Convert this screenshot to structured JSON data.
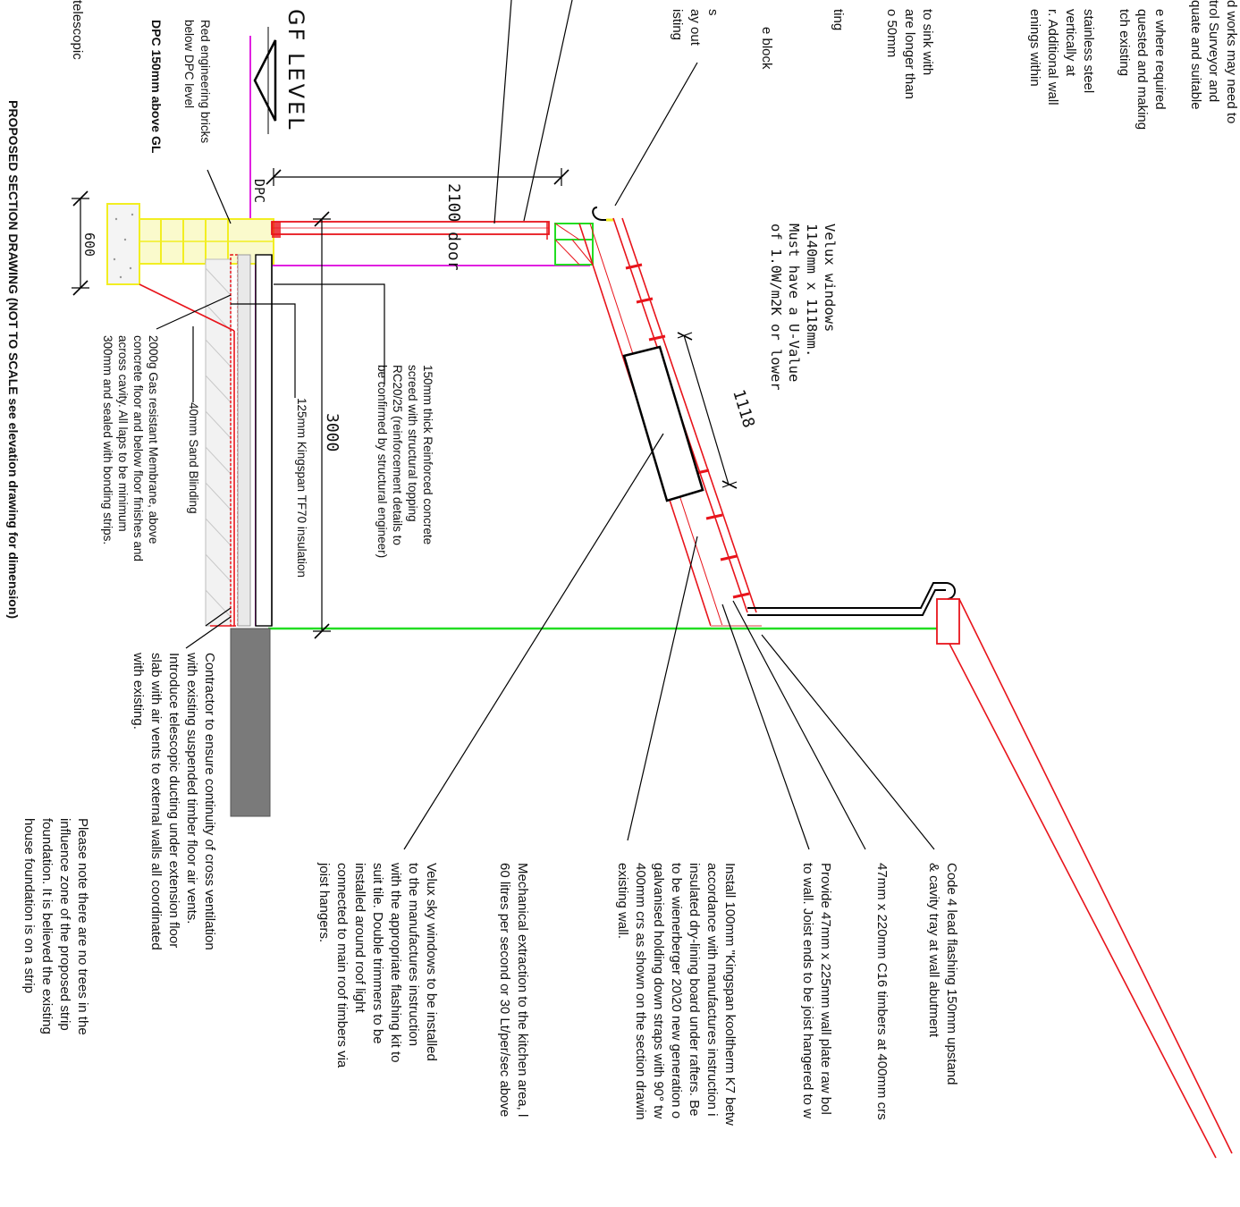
{
  "drawing": {
    "title": "PROPOSED SECTION DRAWING (NOT TO SCALE see elevation drawing for dimension)",
    "gf_level": "GF LEVEL",
    "dpc": "DPC",
    "dims": {
      "door": "2100 door",
      "height": "3000",
      "window": "1118",
      "foundation": "600"
    },
    "velux_spec": [
      "Velux windows",
      "1140mm x 1118mm.",
      "Must have a U-Value",
      "of 1.0W/m2K or lower"
    ],
    "notes_left": {
      "red_bricks": [
        "Red engineering bricks",
        "below DPC level"
      ],
      "dpc_note": "DPC 150mm above GL",
      "telescopic": "telescopic",
      "slab": [
        "150mm thick Reinforced concrete",
        "screed with structural topping",
        "RC20/25 (reinforcement details to",
        "be confirmed by structural engineer)"
      ],
      "insulation": "125mm Kingspan TF70 insulation",
      "sand": "40mm Sand Blinding",
      "membrane": [
        "2000g Gas resistant Membrane, above",
        "concrete floor and below floor finishes and",
        "across cavity. All laps to be minimum",
        "300mm and sealed with bonding strips."
      ],
      "ventilation": [
        "Contractor to ensure continuity of cross ventilation",
        "with existing suspended timber floor air vents.",
        "Introduce telescopic ducting under extension floor",
        "slab with air vents to external walls all coordinated",
        "with existing."
      ]
    },
    "notes_top_clipped": [
      "d works may need to",
      "trol Surveyor and",
      "quate and suitable",
      "e where required",
      "quested and making",
      "tch existing",
      "stainless steel",
      "vertically at",
      "r. Additional wall",
      "enings within",
      "to sink with",
      "are longer than",
      "o 50mm",
      "ting",
      "e block",
      "s",
      "ay out",
      "isting"
    ],
    "notes_right": {
      "lead": [
        "Code 4 lead flashing 150mm upstand",
        "& cavity tray at wall abutment"
      ],
      "timbers": "47mm x 220mm  C16 timbers at 400mm crs",
      "wall_plate": [
        "Provide 47mm x 225mm wall plate raw bol",
        "to wall. Joist ends to be joist hangered to w"
      ],
      "kingspan": [
        "Install 100mm \"Kingspan kooltherm K7 betw",
        "accordance with manufactures instruction i",
        "insulated dry-lining board under rafters. Be",
        "to be wienerberger 20\\20 new generation o",
        "galvanised holding down straps with 90° tw",
        "400mm crs as shown on the section drawin",
        "existing wall."
      ],
      "extraction": [
        "Mechanical extraction to the kitchen area, l",
        "60 litres per second or 30 Lt/per/sec above"
      ],
      "velux_install": [
        "Velux sky windows  to be installed",
        "to the manufactures instruction",
        "with the appropriate flashing kit to",
        "suit tile. Double trimmers to be",
        "installed around roof light",
        "connected to main roof timbers via",
        "joist hangers."
      ],
      "trees": [
        "Please note there are no trees in the",
        "influence zone of the proposed strip",
        "foundation. It is believed the existing",
        "house foundation is on a strip"
      ]
    },
    "colors": {
      "red": "#e8141b",
      "magenta": "#e020e0",
      "green": "#22dd22",
      "yellow": "#f2ee22",
      "grey": "#7a7a7a"
    }
  }
}
